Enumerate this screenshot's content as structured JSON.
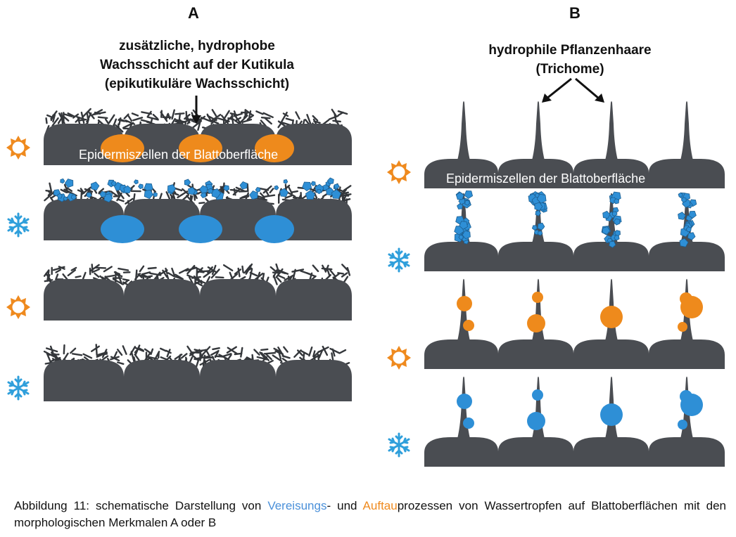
{
  "colors": {
    "cell": "#4a4d52",
    "wax": "#34373b",
    "sun": "#ef8a1e",
    "snow": "#2f9fdb",
    "ice": "#2e8fd6",
    "water_orange": "#ee8a1c",
    "water_blue": "#2e8fd6"
  },
  "panel_a": {
    "letter": "A",
    "heading_lines": [
      "zusätzliche, hydrophobe",
      "Wachsschicht auf der Kutikula",
      "(epikutikuläre Wachsschicht)"
    ],
    "cells_label": "Epidermiszellen der Blattoberfläche",
    "rows": [
      {
        "state": "sun-icon",
        "variant": "wax"
      },
      {
        "state": "snowflake-icon",
        "variant": "ice-crystals"
      },
      {
        "state": "sun-icon",
        "variant": "water-drops"
      },
      {
        "state": "snowflake-icon",
        "variant": "ice-drops"
      }
    ]
  },
  "panel_b": {
    "letter": "B",
    "heading_lines": [
      "hydrophile Pflanzenhaare",
      "(Trichome)"
    ],
    "cells_label": "Epidermiszellen der Blattoberfläche",
    "rows": [
      {
        "state": "sun-icon",
        "variant": "trichomes"
      },
      {
        "state": "snowflake-icon",
        "variant": "ice-crystals"
      },
      {
        "state": "sun-icon",
        "variant": "water-drops"
      },
      {
        "state": "snowflake-icon",
        "variant": "ice-drops"
      }
    ]
  },
  "caption": {
    "prefix": "Abbildung 11: schematische Darstellung von ",
    "blue_word": "Vereisungs",
    "middle": "- und ",
    "orange_word": "Auftau",
    "suffix": "prozessen von Wassertropfen auf Blattoberflächen mit den morphologischen Merkmalen A oder B"
  }
}
